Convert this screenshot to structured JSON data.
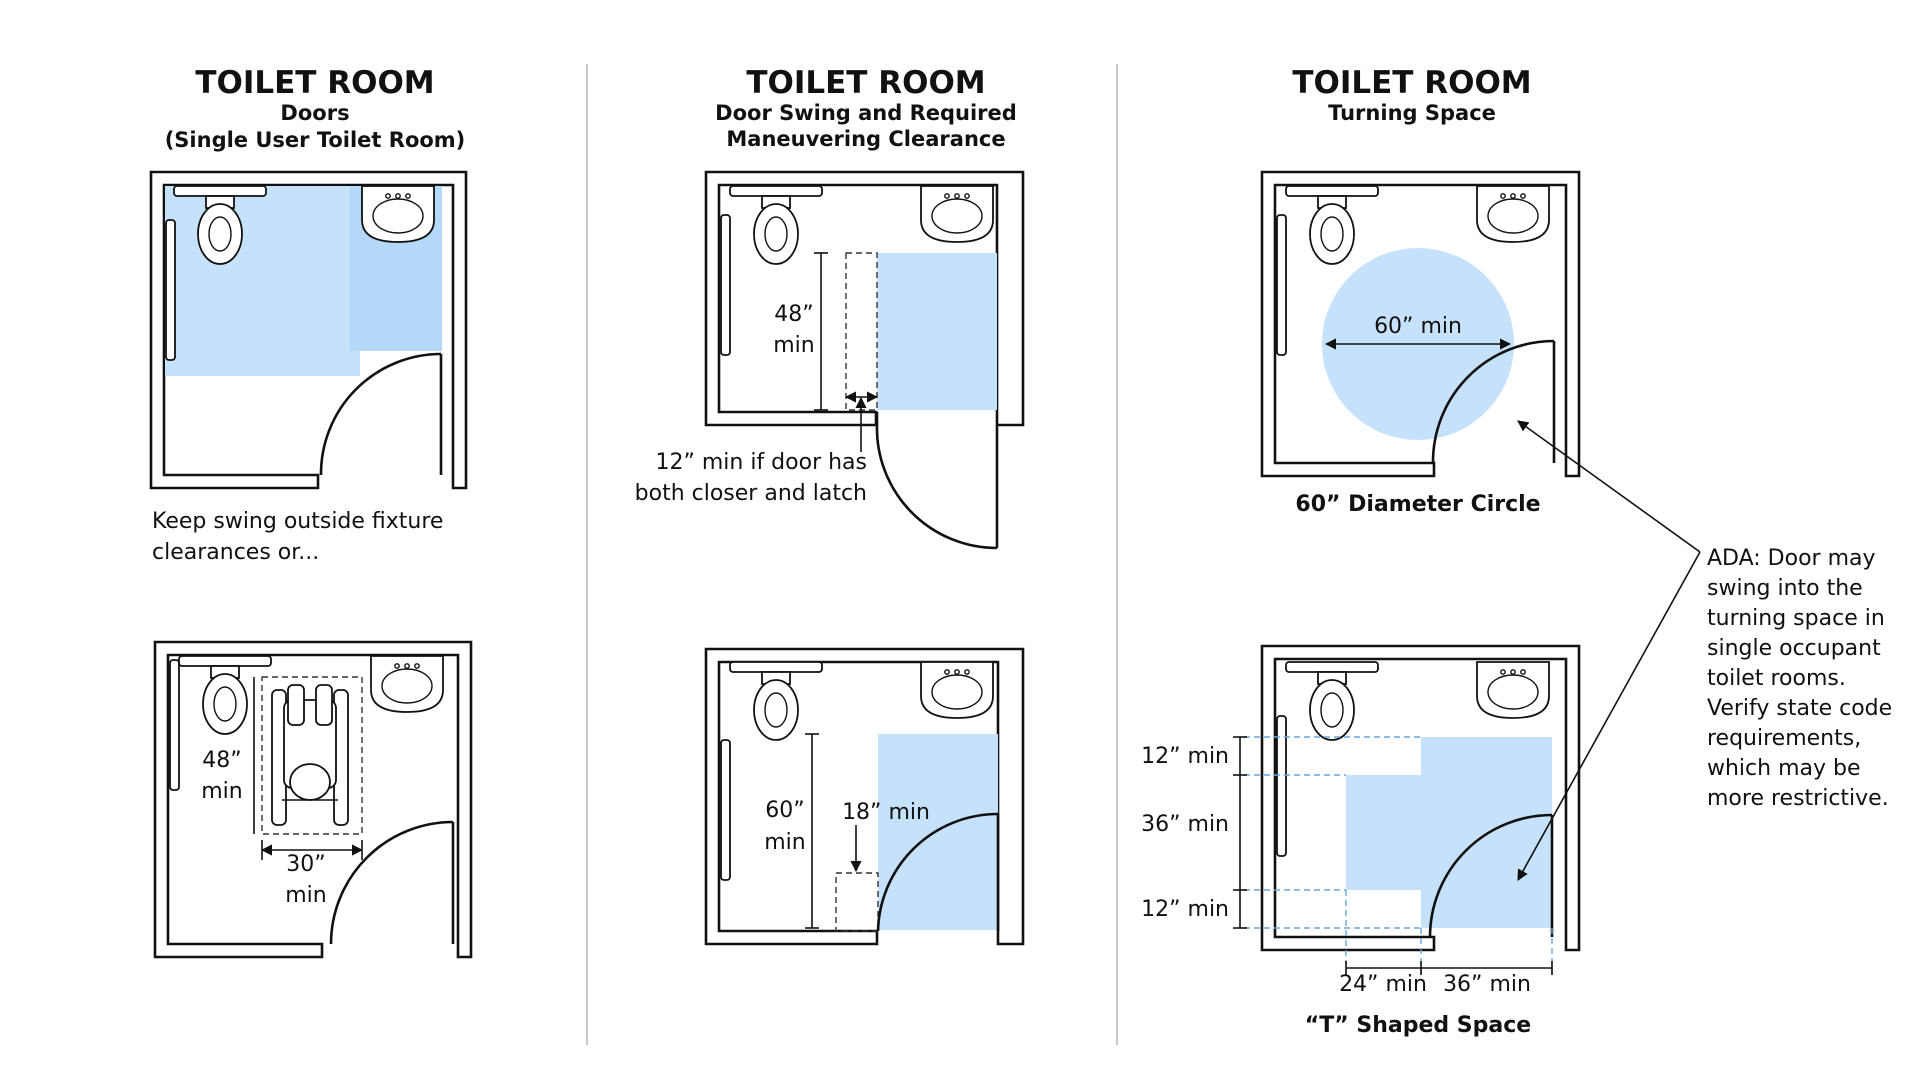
{
  "panels": {
    "doors": {
      "title": "TOILET ROOM",
      "subtitle_1": "Doors",
      "subtitle_2": "(Single User Toilet Room)",
      "note_1": "Keep swing outside fixture",
      "note_2": "clearances or...",
      "dim_48_a": "48”",
      "dim_48_b": "min",
      "dim_30_a": "30”",
      "dim_30_b": "min"
    },
    "door_swing": {
      "title": "TOILET ROOM",
      "subtitle_1": "Door Swing and Required",
      "subtitle_2": "Maneuvering Clearance",
      "dim_48_a": "48”",
      "dim_48_b": "min",
      "note_1": "12” min if door has",
      "note_2": "both closer and latch",
      "dim_60_a": "60”",
      "dim_60_b": "min",
      "dim_18": "18” min"
    },
    "turning": {
      "title": "TOILET ROOM",
      "subtitle": "Turning Space",
      "dim_60": "60” min",
      "caption_circle": "60” Diameter Circle",
      "dim_12_top": "12” min",
      "dim_36_mid": "36” min",
      "dim_12_bot": "12” min",
      "dim_24": "24” min",
      "dim_36_bottom": "36” min",
      "caption_t": "“T” Shaped Space"
    }
  },
  "ada_note": [
    "ADA: Door may",
    "swing into the",
    "turning space in",
    "single occupant",
    "toilet rooms.",
    "Verify state code",
    "requirements,",
    "which may be",
    "more restrictive."
  ],
  "colors": {
    "clearance": "#c6e2fb",
    "line": "#111111",
    "divider": "#c8c8c8"
  }
}
